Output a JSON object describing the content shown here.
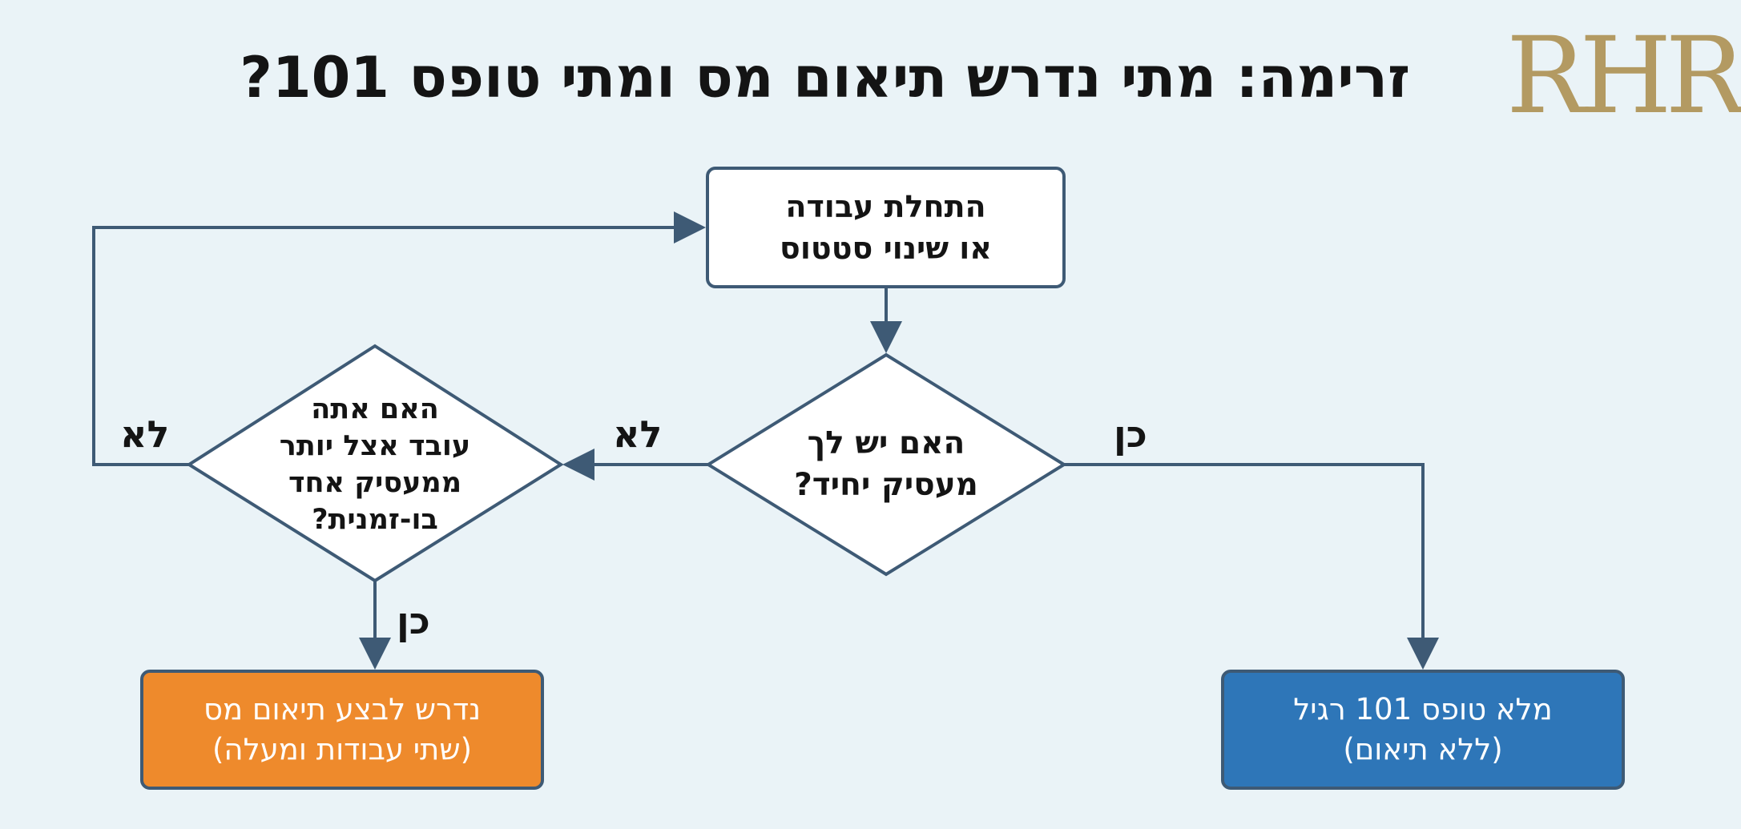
{
  "header": {
    "title": "זרימה: מתי נדרש תיאום מס ומתי טופס 101?",
    "logo_text": "RHR"
  },
  "colors": {
    "background": "#eaf3f7",
    "line": "#3e5a75",
    "box_fill": "#ffffff",
    "orange_fill": "#ee8a2c",
    "blue_fill": "#2e76b8",
    "logo_gold": "#b39a62"
  },
  "diagram": {
    "start": {
      "line1": "התחלת עבודה",
      "line2": "או שינוי סטטוס"
    },
    "decision_single": {
      "line1": "האם יש לך",
      "line2": "מעסיק יחיד?"
    },
    "decision_multiple": {
      "line1": "האם אתה",
      "line2": "עובד אצל יותר",
      "line3": "ממעסיק אחד",
      "line4": "בו-זמנית?"
    },
    "result_coordination": {
      "line1": "נדרש לבצע תיאום מס",
      "line2": "(שתי עבודות ומעלה)"
    },
    "result_form101": {
      "line1": "מלא טופס 101 רגיל",
      "line2": "(ללא תיאום)"
    },
    "edges": {
      "single_yes": "כן",
      "single_no": "לא",
      "multiple_yes": "כן",
      "multiple_no": "לא"
    }
  }
}
